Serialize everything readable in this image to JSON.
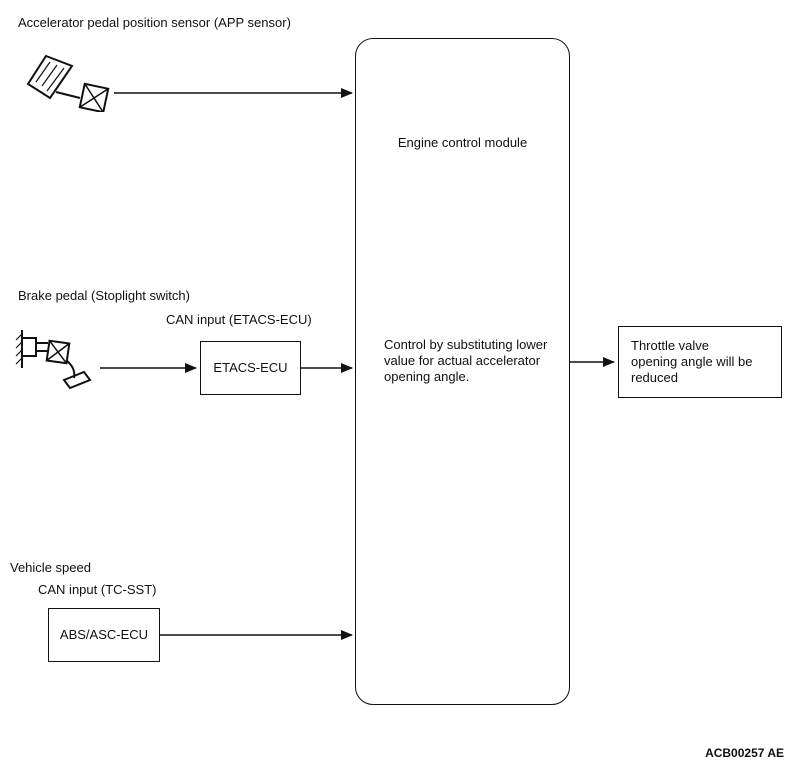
{
  "page": {
    "figure_code": "ACB00257 AE"
  },
  "labels": {
    "app_sensor": "Accelerator pedal position sensor (APP sensor)",
    "brake_pedal": "Brake pedal (Stoplight switch)",
    "can_etacs": "CAN input (ETACS-ECU)",
    "vehicle_speed": "Vehicle speed",
    "can_tcsst": "CAN input (TC-SST)"
  },
  "boxes": {
    "ecm": {
      "title": "Engine control module",
      "body": "Control by substituting lower value for actual accelerator opening angle."
    },
    "etacs": {
      "label": "ETACS-ECU"
    },
    "abs_asc": {
      "label": "ABS/ASC-ECU"
    },
    "throttle": {
      "label": "Throttle valve opening angle will be reduced"
    }
  },
  "icons": {
    "accelerator_pedal": "accelerator-pedal-icon",
    "brake_pedal": "brake-pedal-icon"
  },
  "colors": {
    "line": "#111111",
    "background": "#ffffff"
  }
}
